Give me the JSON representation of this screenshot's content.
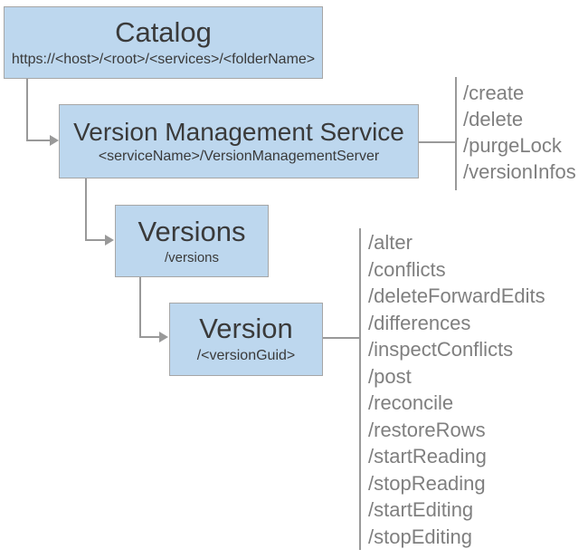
{
  "nodes": {
    "catalog": {
      "title": "Catalog",
      "subtitle": "https://<host>/<root>/<services>/<folderName>"
    },
    "service": {
      "title": "Version Management Service",
      "subtitle": "<serviceName>/VersionManagementServer",
      "operations": [
        "/create",
        "/delete",
        "/purgeLock",
        "/versionInfos"
      ]
    },
    "versions": {
      "title": "Versions",
      "subtitle": "/versions"
    },
    "version": {
      "title": "Version",
      "subtitle": "/<versionGuid>",
      "operations": [
        "/alter",
        "/conflicts",
        "/deleteForwardEdits",
        "/differences",
        "/inspectConflicts",
        "/post",
        "/reconcile",
        "/restoreRows",
        "/startReading",
        "/stopReading",
        "/startEditing",
        "/stopEditing"
      ]
    }
  },
  "colors": {
    "box_fill": "#BDD7EE",
    "box_border": "#A6A6A6",
    "connector": "#999999",
    "title_text": "#3A3A3A",
    "operation_text": "#7F7F7F"
  }
}
